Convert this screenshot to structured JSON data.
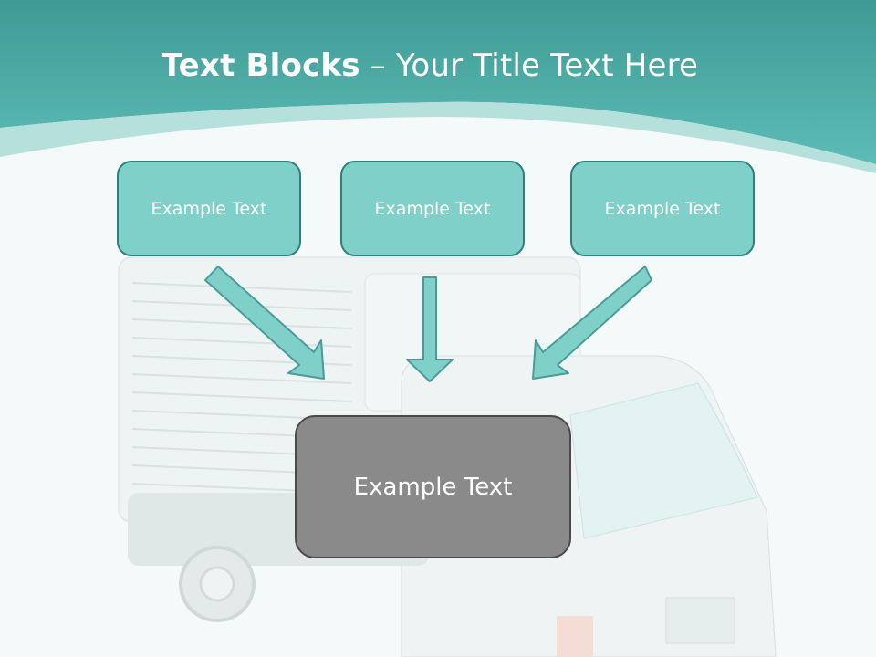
{
  "title": {
    "bold": "Text Blocks",
    "separator": " – ",
    "rest": "Your Title Text Here"
  },
  "blocks": [
    {
      "label": "Example Text"
    },
    {
      "label": "Example Text"
    },
    {
      "label": "Example Text"
    }
  ],
  "center": {
    "label": "Example Text"
  },
  "colors": {
    "header": "#4aa8a2",
    "box_fill": "#7fd0c8",
    "box_border": "#2f827c",
    "center_fill": "#8a8a8a",
    "arrow": "#7fd0c8"
  }
}
